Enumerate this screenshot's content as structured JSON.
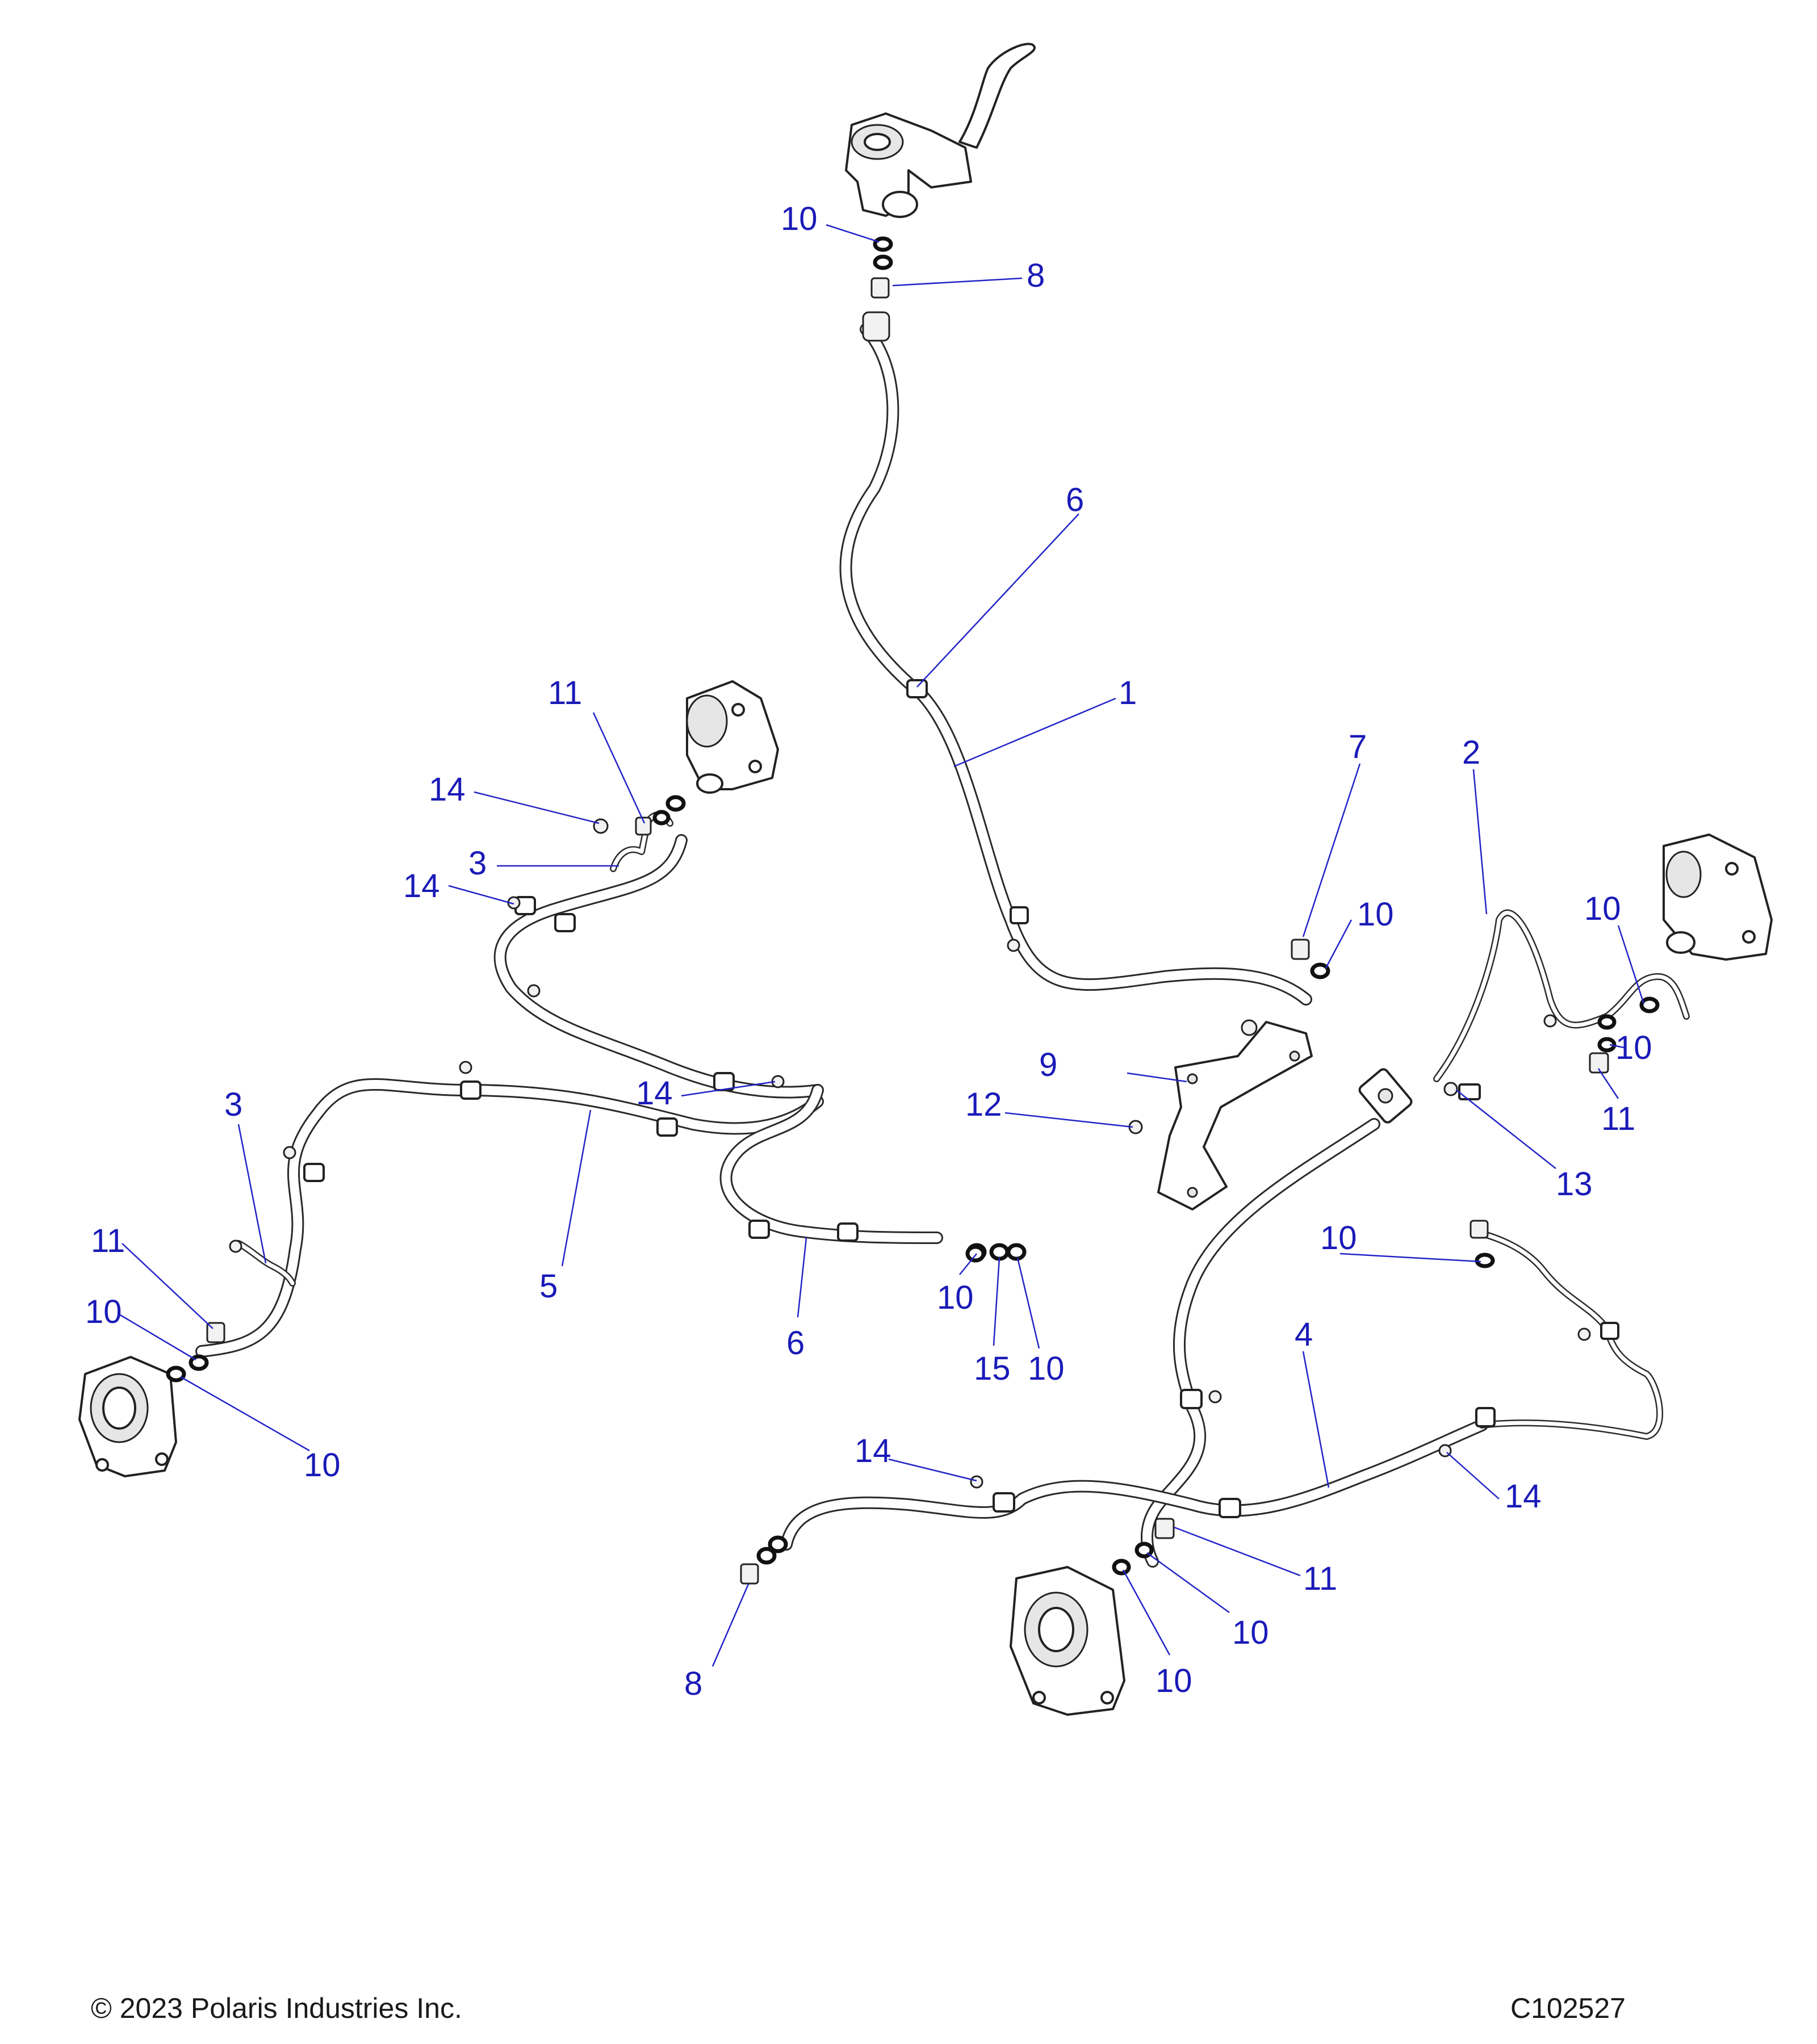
{
  "callouts": {
    "c10_top": "10",
    "c8_top": "8",
    "c6_top": "6",
    "c1": "1",
    "c7": "7",
    "c10_mid": "10",
    "c2": "2",
    "c10_r1": "10",
    "c10_r2": "10",
    "c11_r": "11",
    "c13": "13",
    "c9": "9",
    "c12": "12",
    "c11_l": "11",
    "c14_l1": "14",
    "c3_l": "3",
    "c14_l2": "14",
    "c14_mid": "14",
    "c3_ll": "3",
    "c11_ll": "11",
    "c10_ll1": "10",
    "c10_ll2": "10",
    "c5": "5",
    "c6_bot": "6",
    "c10_w1": "10",
    "c15": "15",
    "c10_w2": "10",
    "c10_rb": "10",
    "c4": "4",
    "c14_rb": "14",
    "c14_bc": "14",
    "c8_bot": "8",
    "c11_rb": "11",
    "c10_rb2": "10",
    "c10_rb3": "10"
  },
  "footer": {
    "copyright": "© 2023 Polaris Industries Inc.",
    "diagram_id": "C102527"
  }
}
